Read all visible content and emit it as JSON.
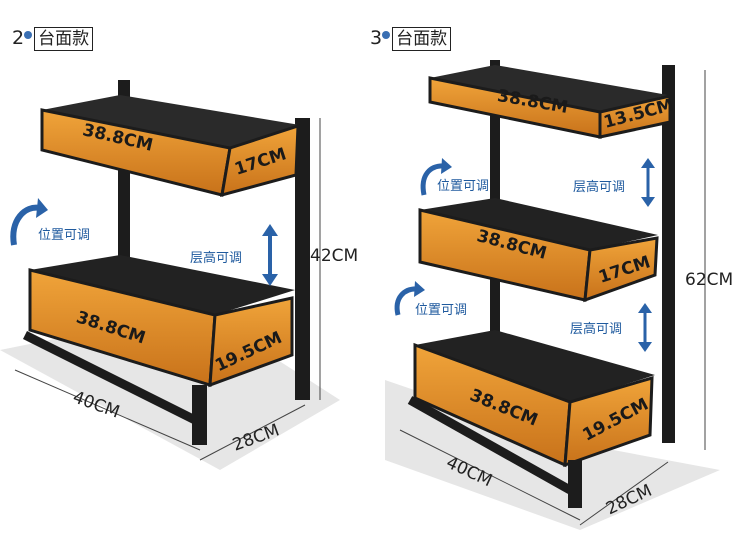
{
  "left_variant": {
    "number": "2",
    "title": "台面款",
    "height": "42CM",
    "width": "40CM",
    "depth": "28CM",
    "top_shelf": {
      "length": "38.8CM",
      "depth": "17CM"
    },
    "bottom_shelf": {
      "length": "38.8CM",
      "depth": "19.5CM"
    },
    "position_adjustable": "位置可调",
    "height_adjustable": "层高可调"
  },
  "right_variant": {
    "number": "3",
    "title": "台面款",
    "height": "62CM",
    "width": "40CM",
    "depth": "28CM",
    "top_shelf": {
      "length": "38.8CM",
      "depth": "13.5CM"
    },
    "middle_shelf": {
      "length": "38.8CM",
      "depth": "17CM"
    },
    "bottom_shelf": {
      "length": "38.8CM",
      "depth": "19.5CM"
    },
    "position_adjustable": "位置可调",
    "height_adjustable": "层高可调"
  },
  "colors": {
    "shelf_orange": "#e08a1e",
    "frame": "#1c1c1c",
    "arrow_blue": "#2a62a8"
  }
}
